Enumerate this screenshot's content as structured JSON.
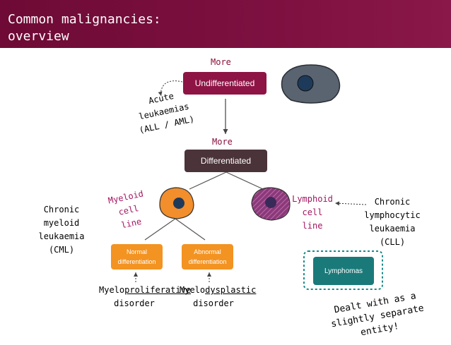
{
  "header": {
    "title": "Common malignancies: overview"
  },
  "boxes": {
    "undifferentiated": "Undifferentiated",
    "differentiated": "Differentiated",
    "normal": "Normal differentiation",
    "abnormal": "Abnormal differentiation",
    "lymphomas": "Lymphomas"
  },
  "labels": {
    "more_top": "More",
    "more_mid": "More",
    "acute": "Acute leukaemias (ALL / AML)",
    "myeloid_line": "Myeloid cell line",
    "lymphoid_line": "Lymphoid cell line",
    "cml": "Chronic myeloid leukaemia (CML)",
    "cll": "Chronic lymphocytic leukaemia (CLL)",
    "mpd_prefix": "Myelo",
    "mpd_underlined": "proliferative",
    "mpd_suffix": "disorder",
    "mds_prefix": "Myelo",
    "mds_underlined": "dysplastic",
    "mds_suffix": "disorder",
    "dealt": "Dealt with as a slightly separate entity!"
  },
  "colors": {
    "header": "#7d1040",
    "undifferentiated_box": "#8e1446",
    "differentiated_box": "#4a3339",
    "orange_box": "#f39321",
    "lymphoma_box": "#1a7a7a",
    "stem_cell": "#5a6470",
    "myeloid_cell": "#f28e2b",
    "lymphoid_cell": "#7a2a6a"
  }
}
